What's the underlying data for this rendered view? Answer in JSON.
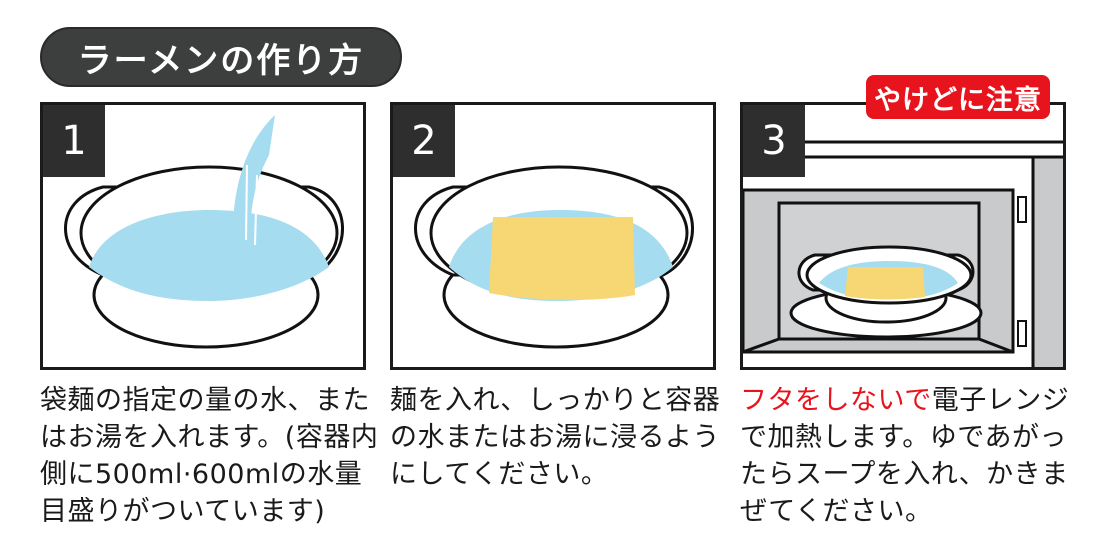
{
  "title": "ラーメンの作り方",
  "warning_badge": "やけどに注意",
  "colors": {
    "title_bg": "#3d3f3e",
    "step_bg": "#2e2e2e",
    "warning_red": "#e8141d",
    "water_blue": "#a6dcef",
    "noodle_yellow": "#f7d774",
    "microwave_gray": "#c8cacb"
  },
  "steps": [
    {
      "number": "1",
      "illustration": "pot-with-water-pouring",
      "text": "袋麺の指定の量の水、またはお湯を入れます。(容器内側に500ml·600mlの水量目盛りがついています)"
    },
    {
      "number": "2",
      "illustration": "pot-with-noodles-in-water",
      "text": "麺を入れ、しっかりと容器の水またはお湯に浸るようにしてください。"
    },
    {
      "number": "3",
      "illustration": "pot-in-microwave",
      "text_red": "フタをしないで",
      "text": "電子レンジで加熱します。ゆであがったらスープを入れ、かきまぜてください。"
    }
  ]
}
